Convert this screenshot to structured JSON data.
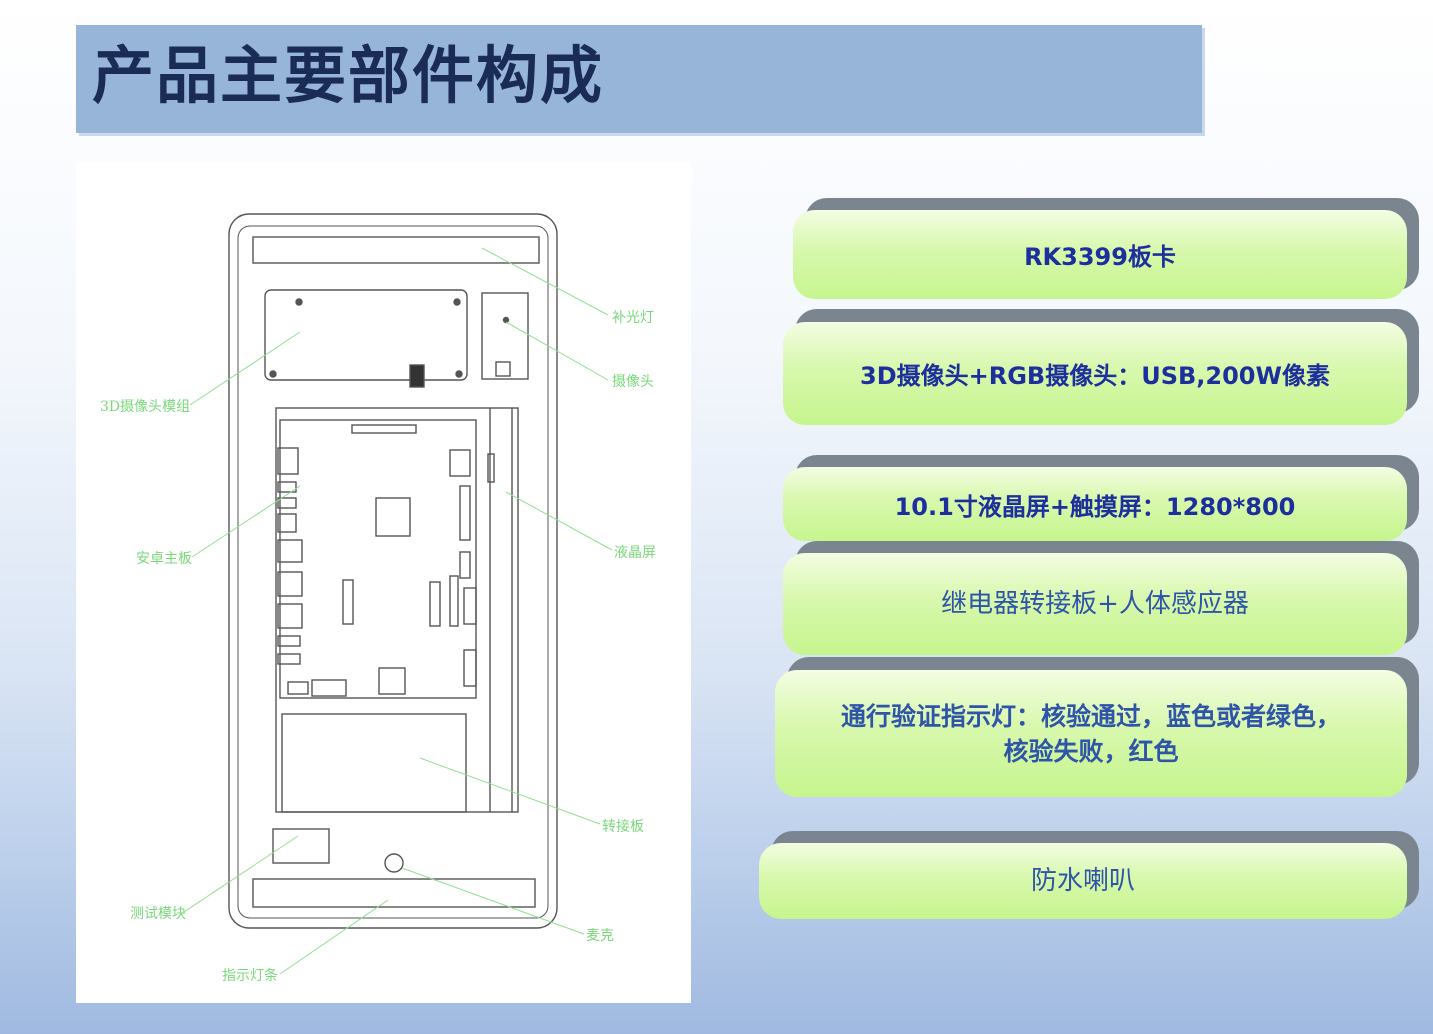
{
  "title": "产品主要部件构成",
  "diagram": {
    "labels": {
      "fill_light": "补光灯",
      "camera": "摄像头",
      "camera_module": "3D摄像头模组",
      "mainboard": "安卓主板",
      "lcd": "液晶屏",
      "adapter_board": "转接板",
      "test_module": "测试模块",
      "speaker": "麦克",
      "indicator": "指示灯条"
    }
  },
  "callouts": [
    {
      "lines": [
        "RK3399板卡"
      ]
    },
    {
      "lines": [
        "3D摄像头+RGB摄像头：USB,200W像素"
      ]
    },
    {
      "lines": [
        "10.1寸液晶屏+触摸屏：1280*800"
      ]
    },
    {
      "lines": [
        "继电器转接板+人体感应器"
      ]
    },
    {
      "lines": [
        "通行验证指示灯：核验通过，蓝色或者绿色，",
        "核验失败，红色"
      ]
    },
    {
      "lines": [
        "防水喇叭"
      ]
    }
  ]
}
